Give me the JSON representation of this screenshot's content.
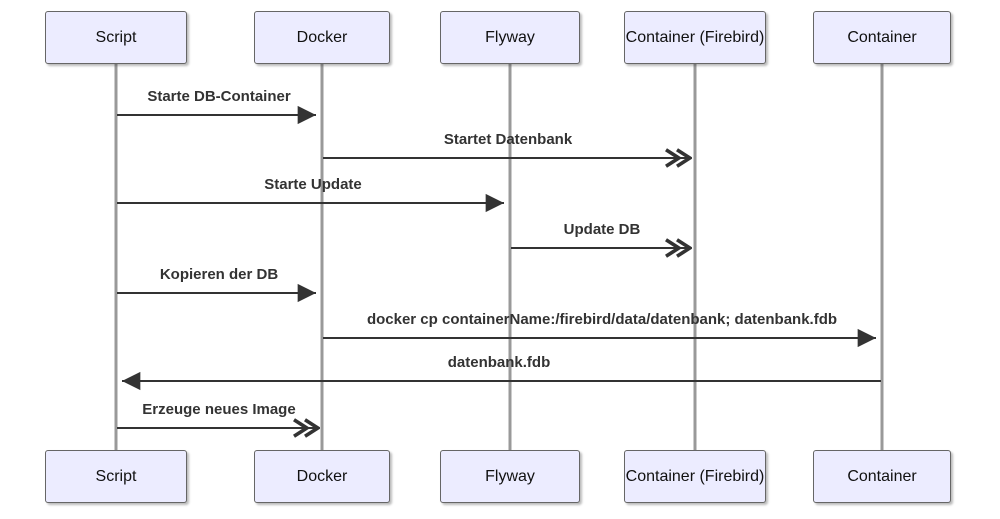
{
  "diagram": {
    "type": "sequence-diagram",
    "participants": [
      {
        "name": "Script"
      },
      {
        "name": "Docker"
      },
      {
        "name": "Flyway"
      },
      {
        "name": "Container (Firebird)"
      },
      {
        "name": "Container"
      }
    ],
    "messages": [
      {
        "from": "Script",
        "to": "Docker",
        "label": "Starte DB-Container",
        "arrow": "solid-filled"
      },
      {
        "from": "Docker",
        "to": "Container (Firebird)",
        "label": "Startet Datenbank",
        "arrow": "solid-open"
      },
      {
        "from": "Script",
        "to": "Flyway",
        "label": "Starte Update",
        "arrow": "solid-filled"
      },
      {
        "from": "Flyway",
        "to": "Container (Firebird)",
        "label": "Update DB",
        "arrow": "solid-open"
      },
      {
        "from": "Script",
        "to": "Docker",
        "label": "Kopieren der DB",
        "arrow": "solid-filled"
      },
      {
        "from": "Docker",
        "to": "Container",
        "label": "docker cp containerName:/firebird/data/datenbank; datenbank.fdb",
        "arrow": "solid-filled"
      },
      {
        "from": "Container",
        "to": "Script",
        "label": "datenbank.fdb",
        "arrow": "solid-filled"
      },
      {
        "from": "Script",
        "to": "Docker",
        "label": "Erzeuge neues Image",
        "arrow": "solid-open"
      }
    ],
    "colors": {
      "actor_fill": "#ECECFF",
      "actor_border": "#666666",
      "lifeline": "#999999",
      "message_line": "#333333",
      "message_text": "#333333",
      "background": "#ffffff"
    }
  }
}
